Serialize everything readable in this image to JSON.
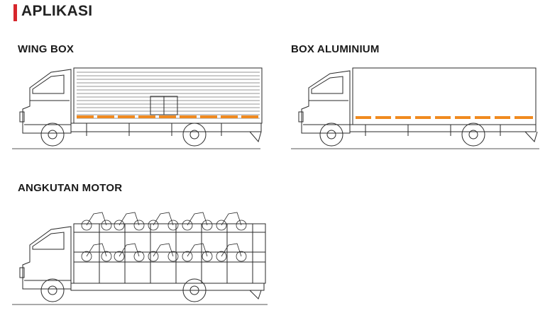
{
  "page": {
    "title": "APLIKASI"
  },
  "sections": {
    "wing_box": {
      "label": "WING BOX"
    },
    "box_aluminium": {
      "label": "BOX ALUMINIUM"
    },
    "angkutan_motor": {
      "label": "ANGKUTAN MOTOR"
    }
  },
  "colors": {
    "accent": "#d7262c",
    "stripe": "#f08a1f",
    "line": "#2a2a2a",
    "ground": "#555555"
  }
}
